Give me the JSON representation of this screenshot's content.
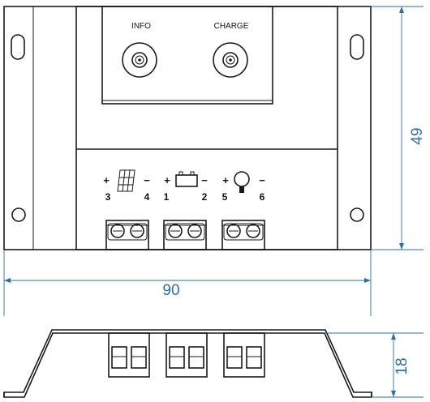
{
  "front_view": {
    "info_label": "INFO",
    "charge_label": "CHARGE",
    "terminals": [
      {
        "plus": "+",
        "minus": "−",
        "left_num": "3",
        "right_num": "4",
        "icon": "solar-panel-icon"
      },
      {
        "plus": "+",
        "minus": "−",
        "left_num": "1",
        "right_num": "2",
        "icon": "battery-icon"
      },
      {
        "plus": "+",
        "minus": "−",
        "left_num": "5",
        "right_num": "6",
        "icon": "lamp-icon"
      }
    ]
  },
  "dimensions": {
    "width": "90",
    "height": "49",
    "depth": "18"
  },
  "colors": {
    "line": "#1a1a1a",
    "dimension": "#2a6fa8",
    "panel_fill": "#000000"
  }
}
